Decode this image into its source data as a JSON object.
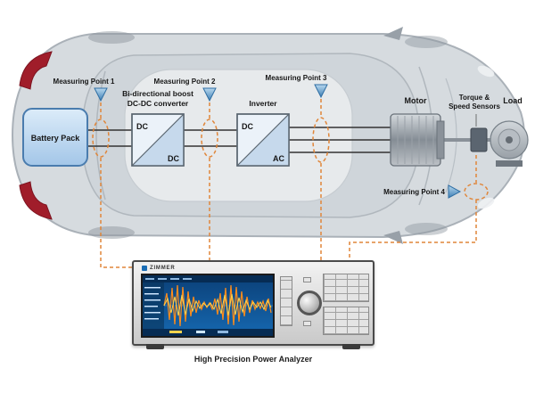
{
  "diagram": {
    "measuring_points": [
      {
        "label": "Measuring Point 1"
      },
      {
        "label": "Measuring Point 2"
      },
      {
        "label": "Measuring Point 3"
      },
      {
        "label": "Measuring Point 4"
      }
    ],
    "battery": {
      "label": "Battery Pack"
    },
    "dcdc": {
      "title_line1": "Bi-directional boost",
      "title_line2": "DC-DC converter",
      "input_label": "DC",
      "output_label": "DC"
    },
    "inverter": {
      "title": "Inverter",
      "input_label": "DC",
      "output_label": "AC"
    },
    "motor": {
      "label": "Motor"
    },
    "sensors": {
      "label_line1": "Torque &",
      "label_line2": "Speed Sensors"
    },
    "load": {
      "label": "Load"
    },
    "analyzer": {
      "brand": "ZIMMER",
      "caption": "High Precision Power Analyzer"
    },
    "colors": {
      "accent_orange": "#E0863A",
      "component_blue": "#BCD6EE",
      "marker_blue": "#4684B4",
      "screen_blue": "#1264AC",
      "taillight_red": "#A01D2A"
    }
  }
}
